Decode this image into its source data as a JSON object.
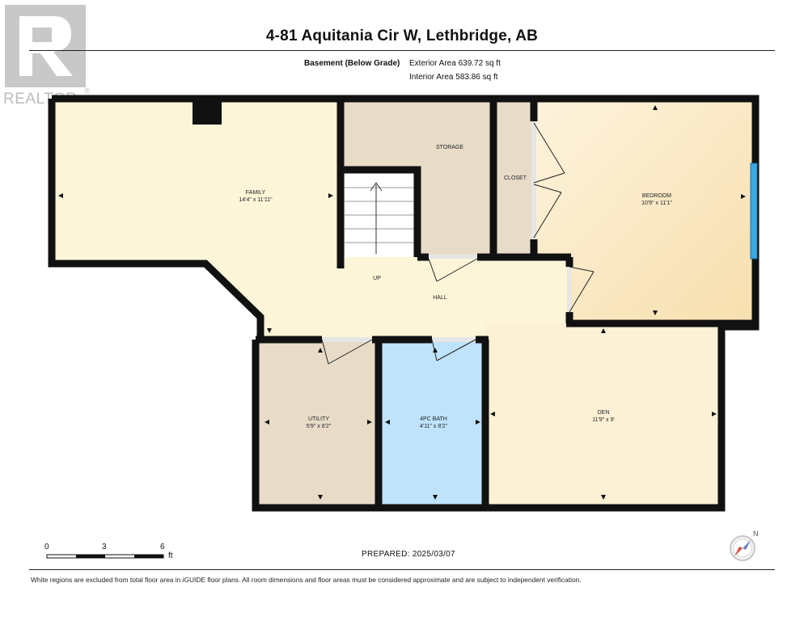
{
  "header": {
    "title": "4-81 Aquitania Cir W, Lethbridge, AB",
    "level_name": "Basement (Below Grade)",
    "exterior_area": "Exterior Area 639.72 sq ft",
    "interior_area": "Interior Area 583.86 sq ft"
  },
  "watermark": {
    "brand": "REALTOR",
    "mark": "®"
  },
  "rooms": [
    {
      "key": "family",
      "name": "FAMILY",
      "dims": "14'4\" x 11'11\""
    },
    {
      "key": "storage",
      "name": "STORAGE",
      "dims": ""
    },
    {
      "key": "closet",
      "name": "CLOSET",
      "dims": ""
    },
    {
      "key": "bedroom",
      "name": "BEDROOM",
      "dims": "10'9\" x 11'1\""
    },
    {
      "key": "up",
      "name": "UP",
      "dims": ""
    },
    {
      "key": "hall",
      "name": "HALL",
      "dims": ""
    },
    {
      "key": "utility",
      "name": "UTILITY",
      "dims": "5'9\" x 8'2\""
    },
    {
      "key": "bath",
      "name": "4PC BATH",
      "dims": "4'11\" x 8'2\""
    },
    {
      "key": "den",
      "name": "DEN",
      "dims": "11'9\" x 9'"
    }
  ],
  "scale_bar": {
    "ticks": [
      "0",
      "3",
      "6"
    ],
    "unit": "ft"
  },
  "prepared": "PREPARED:  2025/03/07",
  "compass_letter": "N",
  "disclaimer": "White regions are excluded from total floor area in iGUIDE floor plans. All room dimensions and floor areas must be considered approximate and are subject to independent verification.",
  "colors": {
    "family": "#fcf5d8",
    "storage": "#e8dcc8",
    "closet": "#e8dcc8",
    "bedroom_light": "#fdf3dc",
    "bedroom_dark": "#f7dfae",
    "hall": "#fcf5d8",
    "utility": "#e8dcc8",
    "bath": "#bfe3fa",
    "den": "#fcf1d4",
    "wall": "#111111",
    "window": "#3aa9e0"
  }
}
